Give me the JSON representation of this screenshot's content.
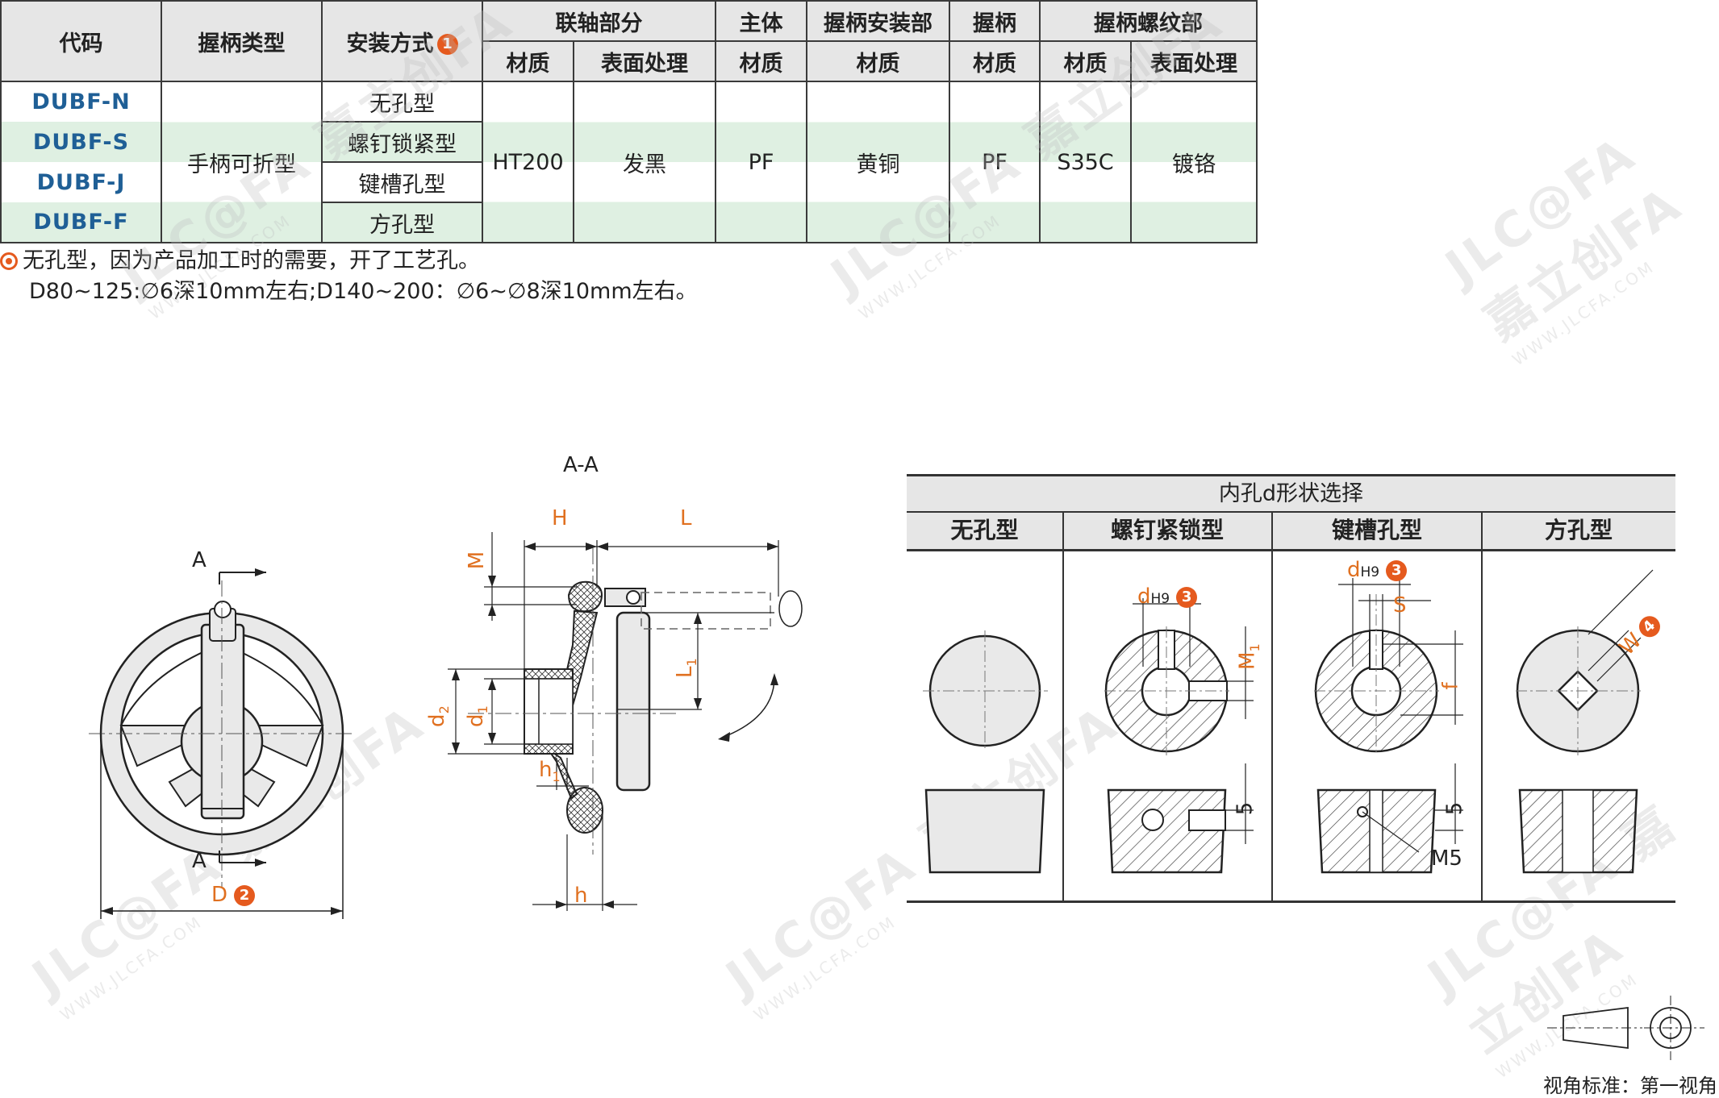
{
  "table": {
    "headers": {
      "code": "代码",
      "grip_type": "握柄类型",
      "mount": "安装方式",
      "mount_badge": "1",
      "coupling": "联轴部分",
      "body": "主体",
      "grip_mount": "握柄安装部",
      "grip": "握柄",
      "grip_thread": "握柄螺纹部",
      "material": "材质",
      "surface": "表面处理"
    },
    "rows": [
      {
        "code": "DUBF-N",
        "mount": "无孔型"
      },
      {
        "code": "DUBF-S",
        "mount": "螺钉锁紧型"
      },
      {
        "code": "DUBF-J",
        "mount": "键槽孔型"
      },
      {
        "code": "DUBF-F",
        "mount": "方孔型"
      }
    ],
    "grip_type": "手柄可折型",
    "coupling_material": "HT200",
    "coupling_surface": "发黑",
    "body_material": "PF",
    "grip_mount_material": "黄铜",
    "grip_material": "PF",
    "thread_material": "S35C",
    "thread_surface": "镀铬"
  },
  "note": {
    "line1": "无孔型，因为产品加工时的需要，开了工艺孔。",
    "line2": "D80~125:∅6深10mm左右;D140~200：∅6~∅8深10mm左右。"
  },
  "drawing": {
    "section": "A-A",
    "section_mark": "A",
    "dim_D": "D",
    "dim_D_badge": "2",
    "dim_H": "H",
    "dim_L": "L",
    "dim_M": "M",
    "dim_L1": "L",
    "dim_L1_sub": "1",
    "dim_d2": "d",
    "dim_d2_sub": "2",
    "dim_d1": "d",
    "dim_d1_sub": "1",
    "dim_h1": "h",
    "dim_h1_sub": "1",
    "dim_h": "h"
  },
  "shape_table": {
    "title": "内孔d形状选择",
    "columns": [
      "无孔型",
      "螺钉紧锁型",
      "键槽孔型",
      "方孔型"
    ],
    "labels": {
      "d": "d",
      "h9": "H9",
      "badge3": "3",
      "m1": "M",
      "m1_sub": "1",
      "s": "S",
      "f": "f",
      "w": "W",
      "badge4": "4",
      "five": "5",
      "m5": "M5"
    }
  },
  "watermark": {
    "brand": "JLC@FA 嘉立创FA",
    "url": "WWW.JLCFA.COM"
  },
  "footer": {
    "view_standard": "视角标准：第一视角"
  },
  "colors": {
    "accent": "#e55a1e",
    "code": "#1f5f96",
    "row_green": "#dff0e2",
    "header_gray": "#e6e6e6"
  }
}
